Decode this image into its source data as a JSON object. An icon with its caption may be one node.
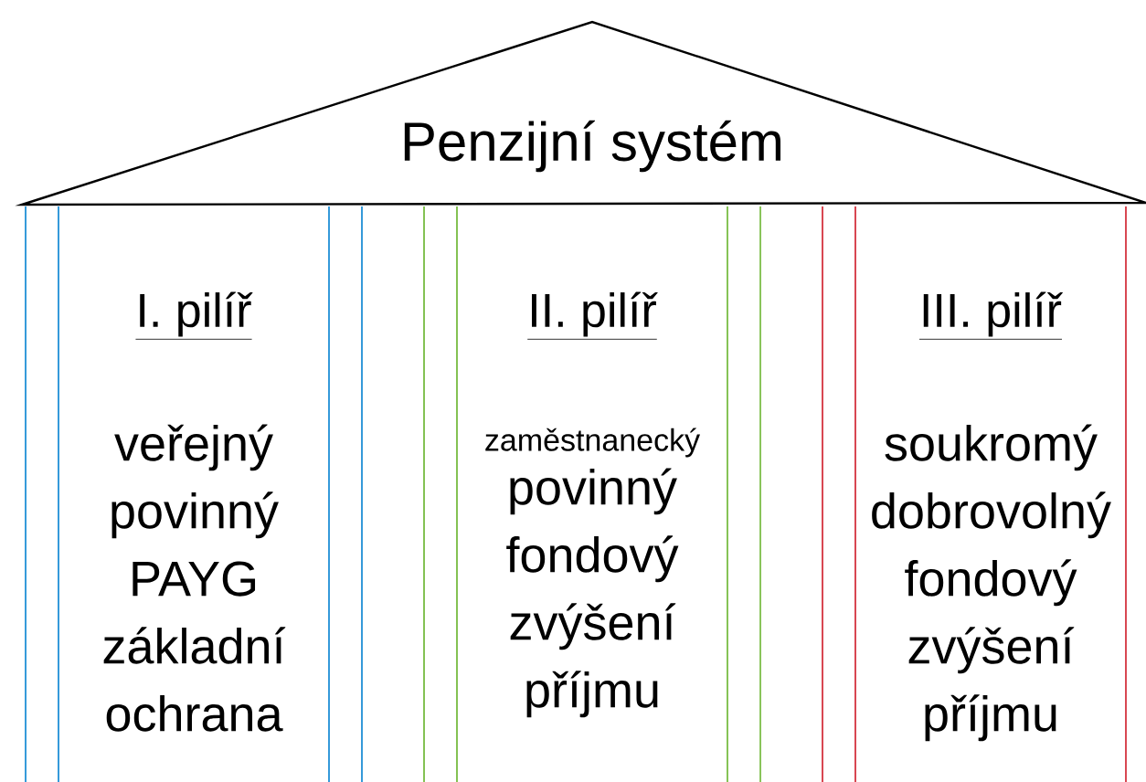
{
  "diagram": {
    "nodes": [
      {
        "text": [
          "Penzijní systém"
        ]
      },
      {
        "text": [
          "I. pilíř",
          "veřejný povinný PAYG základní ochrana"
        ]
      },
      {
        "text": [
          "II. pilíř",
          "zaměstnanecký",
          "povinný fondový zvýšení příjmu"
        ]
      },
      {
        "text": [
          "III. pilíř",
          "soukromý dobrovolný fondový zvýšení příjmu"
        ]
      }
    ],
    "edges": []
  }
}
